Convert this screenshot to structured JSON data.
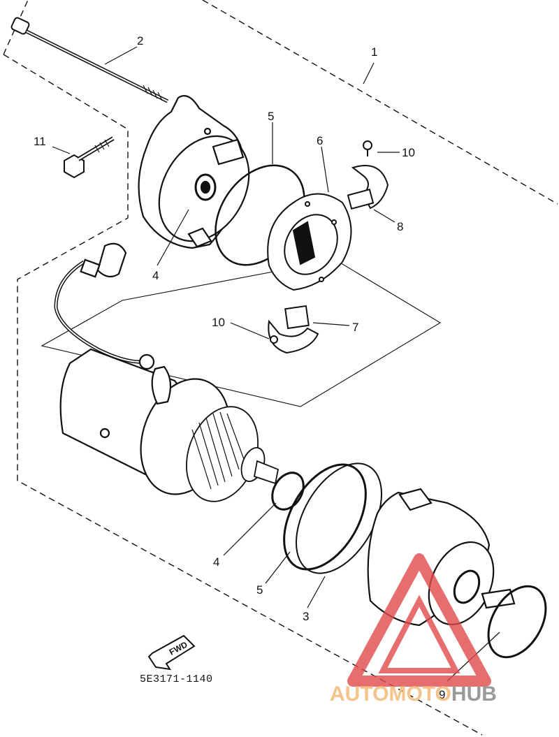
{
  "diagram": {
    "part_code": "5E3171-1140",
    "fwd_badge": "FWD",
    "callouts": [
      {
        "id": "1",
        "text": "1"
      },
      {
        "id": "2",
        "text": "2"
      },
      {
        "id": "3",
        "text": "3"
      },
      {
        "id": "4a",
        "text": "4"
      },
      {
        "id": "4b",
        "text": "4"
      },
      {
        "id": "5a",
        "text": "5"
      },
      {
        "id": "5b",
        "text": "5"
      },
      {
        "id": "6",
        "text": "6"
      },
      {
        "id": "7",
        "text": "7"
      },
      {
        "id": "8",
        "text": "8"
      },
      {
        "id": "9",
        "text": "9"
      },
      {
        "id": "10a",
        "text": "10"
      },
      {
        "id": "10b",
        "text": "10"
      },
      {
        "id": "11",
        "text": "11"
      }
    ]
  },
  "watermark": {
    "part1": "AUTOMOTO",
    "part2": "HUB",
    "color_part1": "#f5c38a",
    "color_part2": "#9a9a9a",
    "logo_color": "#e24a4a"
  }
}
